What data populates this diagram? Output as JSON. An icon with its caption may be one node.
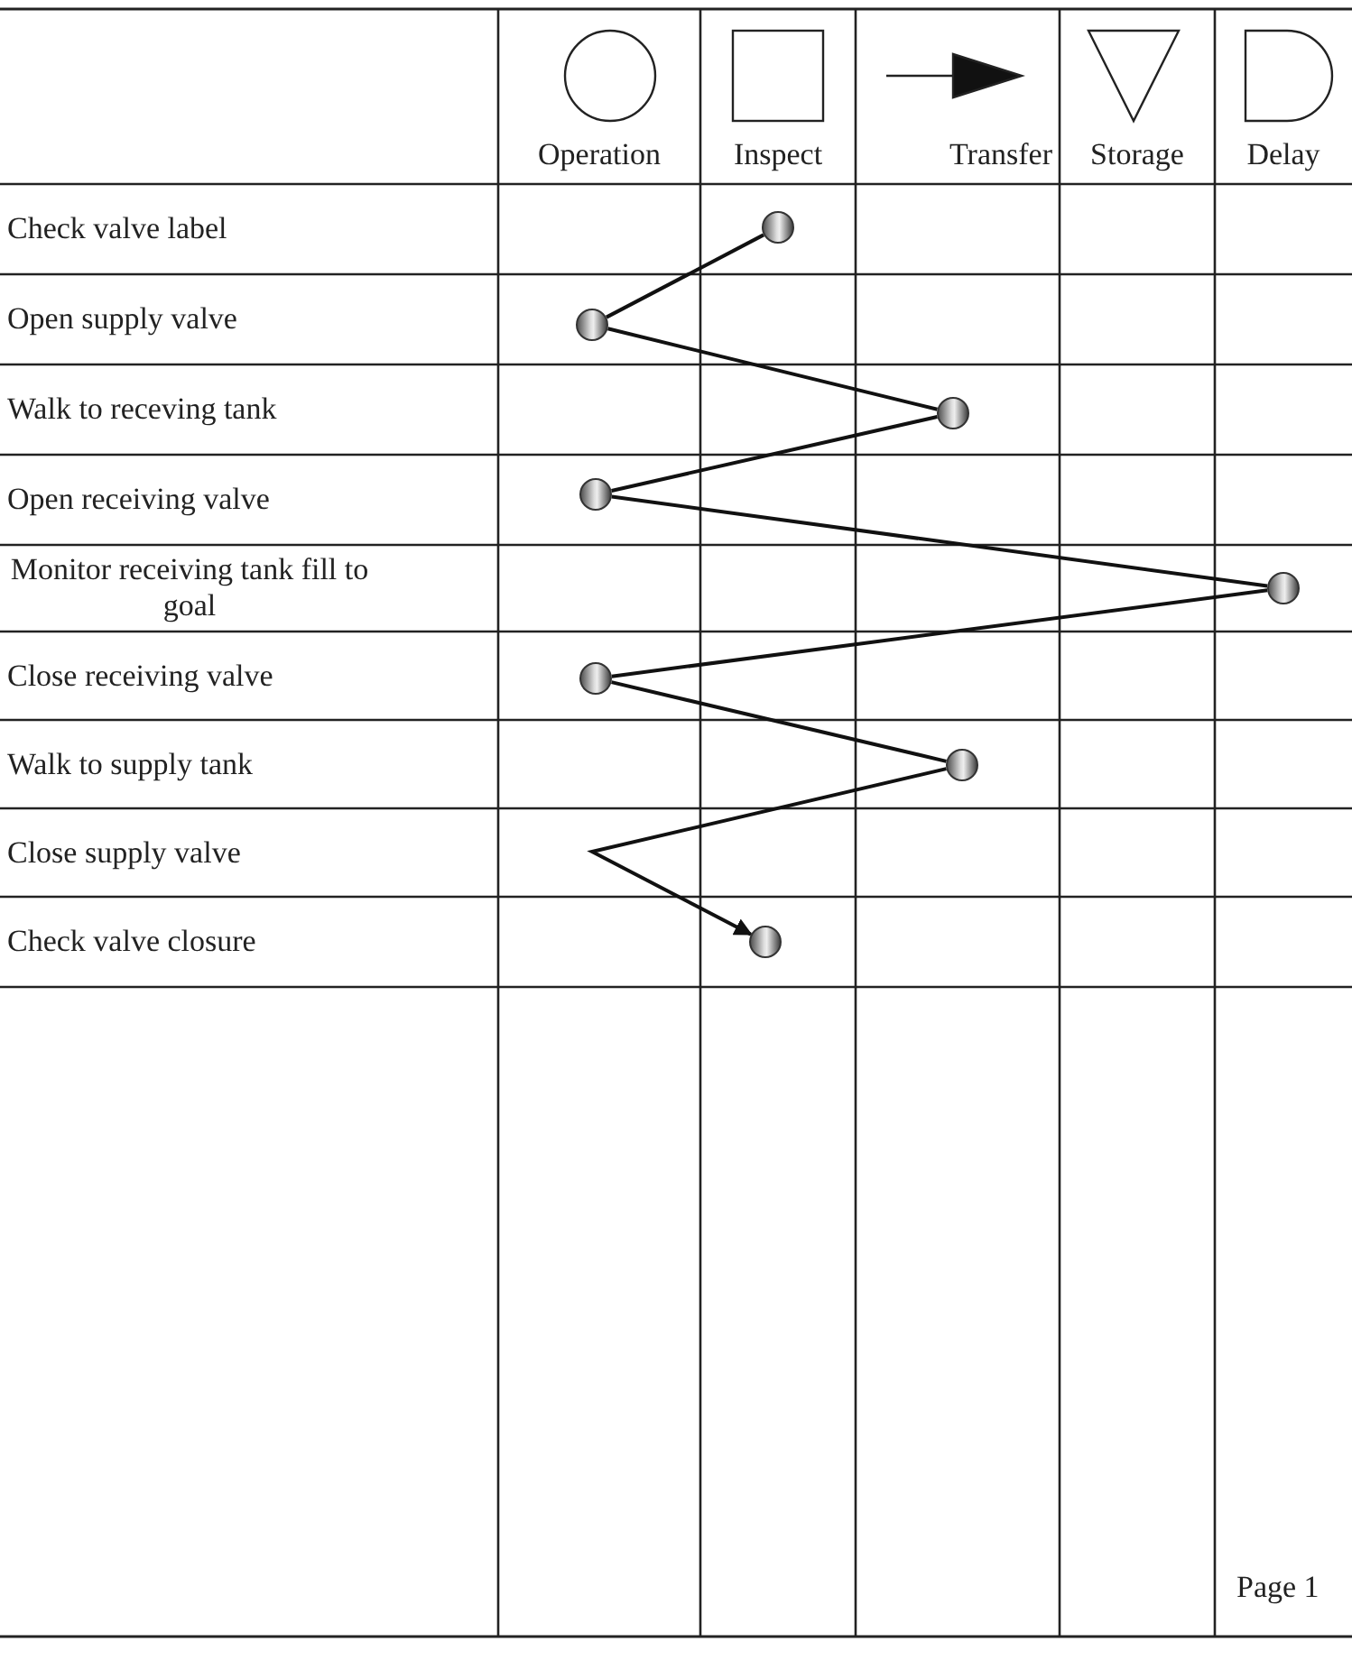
{
  "diagram": {
    "nodes": [
      {
        "text": [],
        "shape": "circle"
      },
      {
        "text": [],
        "shape": "circle"
      },
      {
        "text": [],
        "shape": "circle"
      },
      {
        "text": [],
        "shape": "circle"
      },
      {
        "text": [],
        "shape": "circle"
      },
      {
        "text": [],
        "shape": "circle"
      },
      {
        "text": [],
        "shape": "circle"
      },
      {
        "text": [],
        "shape": "circle"
      }
    ],
    "edges": [
      {
        "from": 0,
        "to": 1,
        "arrow": "none"
      },
      {
        "from": 1,
        "to": 2,
        "arrow": "none"
      },
      {
        "from": 2,
        "to": 3,
        "arrow": "none"
      },
      {
        "from": 3,
        "to": 4,
        "arrow": "none"
      },
      {
        "from": 4,
        "to": 5,
        "arrow": "none"
      },
      {
        "from": 5,
        "to": 6,
        "arrow": "none"
      },
      {
        "from": 6,
        "to": 7,
        "arrow": "to"
      }
    ],
    "labels": [
      "Operation",
      "Inspect",
      "Transfer",
      "Storage",
      "Delay",
      "Check valve label",
      "Open supply valve",
      "Walk to receving tank",
      "Open receiving valve",
      "Monitor receiving tank fill to goal",
      "Close receiving valve",
      "Walk to supply tank",
      "Close supply valve",
      "Check valve closure",
      "Page 1"
    ]
  }
}
